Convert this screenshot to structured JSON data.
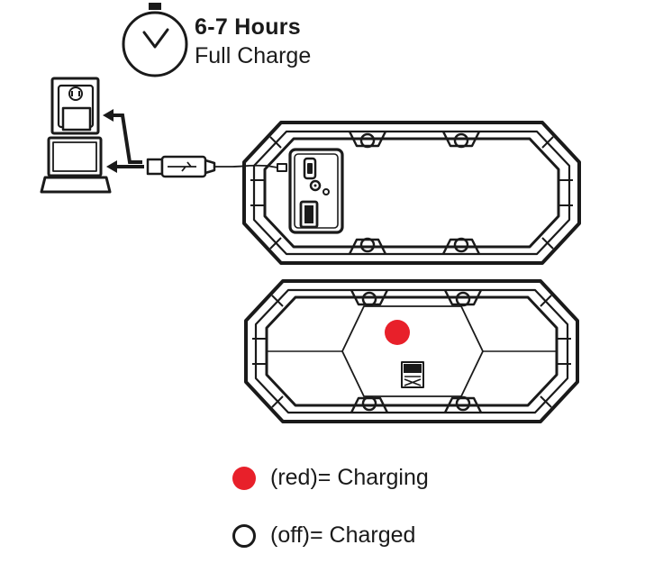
{
  "header": {
    "duration": "6-7 Hours",
    "subtitle": "Full Charge"
  },
  "legend": [
    {
      "label": "(red)= Charging",
      "color": "#e8202a",
      "filled": true
    },
    {
      "label": "(off)= Charged",
      "color": "#ffffff",
      "filled": false
    }
  ],
  "colors": {
    "line": "#1a1a1a",
    "led_red": "#e8202a",
    "background": "#ffffff"
  },
  "icons": {
    "timer": "stopwatch-icon",
    "wall_outlet": "wall-outlet-icon",
    "laptop": "laptop-icon",
    "usb_cable": "usb-cable-icon",
    "speaker_back": "speaker-back-icon",
    "speaker_front": "speaker-front-icon",
    "brand_logo": "altec-lansing-logo-icon"
  }
}
